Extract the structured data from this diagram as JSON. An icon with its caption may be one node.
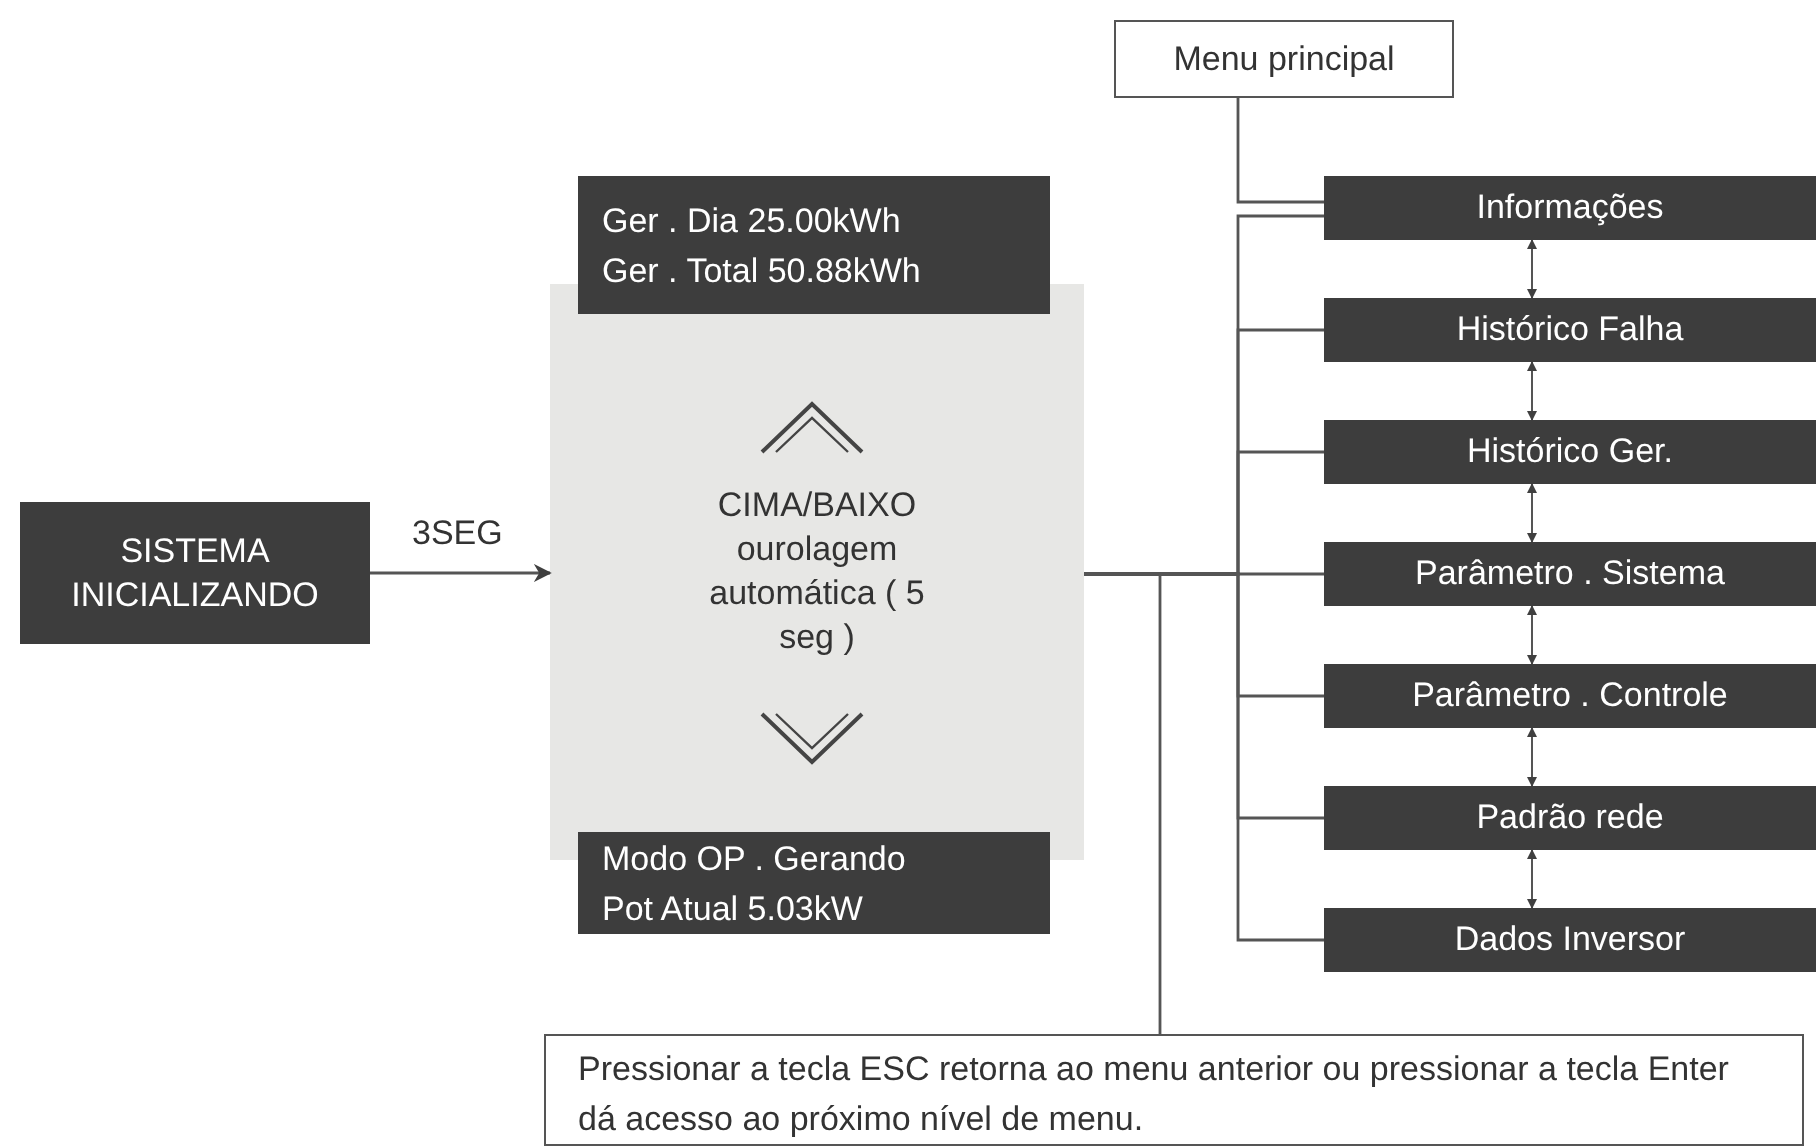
{
  "diagram": {
    "nodes": [
      {
        "text": [
          "SISTEMA INICIALIZANDO"
        ]
      },
      {
        "text": [
          "CIMA/BAIXO ourolagem automática ( 5 seg )"
        ]
      },
      {
        "text": [
          "Ger . Dia 25.00kWh",
          "Ger . Total 50.88kWh"
        ]
      },
      {
        "text": [
          "Modo OP . Gerando",
          "Pot Atual 5.03kW"
        ]
      },
      {
        "text": [
          "Menu principal"
        ]
      },
      {
        "text": [
          "Informações"
        ]
      },
      {
        "text": [
          "Histórico Falha"
        ]
      },
      {
        "text": [
          "Histórico Ger."
        ]
      },
      {
        "text": [
          "Parâmetro . Sistema"
        ]
      },
      {
        "text": [
          "Parâmetro . Controle"
        ]
      },
      {
        "text": [
          "Padrão rede"
        ]
      },
      {
        "text": [
          "Dados Inversor"
        ]
      },
      {
        "text": [
          "Pressionar a tecla ESC retorna ao menu anterior ou pressionar a tecla Enter dá acesso ao próximo nível de menu."
        ]
      }
    ],
    "edges": [
      {
        "from": 0,
        "to": 1,
        "arrow": "to",
        "label": "3SEG"
      },
      {
        "from": 4,
        "to": 5,
        "arrow": "none"
      },
      {
        "from": 1,
        "to": 5,
        "arrow": "none"
      },
      {
        "from": 1,
        "to": 6,
        "arrow": "none"
      },
      {
        "from": 1,
        "to": 7,
        "arrow": "none"
      },
      {
        "from": 1,
        "to": 8,
        "arrow": "none"
      },
      {
        "from": 1,
        "to": 9,
        "arrow": "none"
      },
      {
        "from": 1,
        "to": 10,
        "arrow": "none"
      },
      {
        "from": 1,
        "to": 11,
        "arrow": "none"
      },
      {
        "from": 1,
        "to": 12,
        "arrow": "none"
      },
      {
        "from": 5,
        "to": 6,
        "arrow": "both"
      },
      {
        "from": 6,
        "to": 7,
        "arrow": "both"
      },
      {
        "from": 7,
        "to": 8,
        "arrow": "both"
      },
      {
        "from": 8,
        "to": 9,
        "arrow": "both"
      },
      {
        "from": 9,
        "to": 10,
        "arrow": "both"
      },
      {
        "from": 10,
        "to": 11,
        "arrow": "both"
      }
    ]
  }
}
